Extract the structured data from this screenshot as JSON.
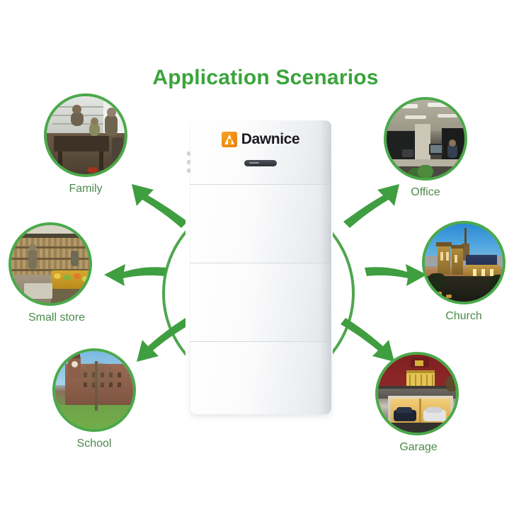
{
  "page": {
    "title": "Application Scenarios",
    "background_color": "#ffffff",
    "accent_green": "#3aa43a",
    "ring_green": "#4aa94a",
    "label_green": "#4b8a4b"
  },
  "product": {
    "brand": "Dawnice",
    "logo_icon": "dawnice-mark-icon",
    "logo_color": "#f3a01d",
    "module_count": 4,
    "indicator": "status-indicator-strip"
  },
  "scenarios": [
    {
      "id": "family",
      "label": "Family",
      "photo": "family-on-balcony-photo",
      "position": "top-left"
    },
    {
      "id": "small-store",
      "label": "Small store",
      "photo": "grocery-store-aisle-photo",
      "position": "middle-left"
    },
    {
      "id": "school",
      "label": "School",
      "photo": "school-building-campus-photo",
      "position": "bottom-left"
    },
    {
      "id": "office",
      "label": "Office",
      "photo": "open-plan-office-photo",
      "position": "top-right"
    },
    {
      "id": "church",
      "label": "Church",
      "photo": "cathedral-at-dusk-photo",
      "position": "middle-right"
    },
    {
      "id": "garage",
      "label": "Garage",
      "photo": "two-car-garage-photo",
      "position": "bottom-right"
    }
  ],
  "arrows": {
    "count": 6,
    "color": "#3f9e3f",
    "description": "curved arrows pointing outward from the central unit to each scenario"
  }
}
